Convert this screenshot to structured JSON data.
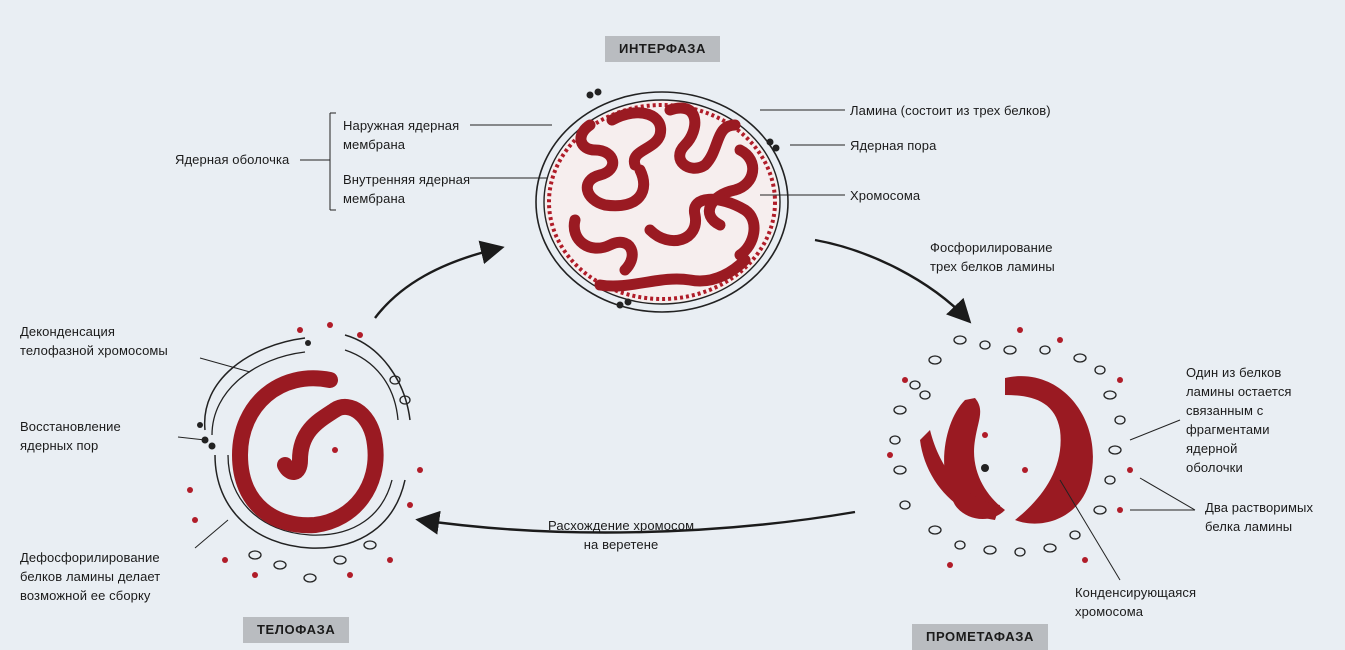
{
  "phases": {
    "interphase": "ИНТЕРФАЗА",
    "prometaphase": "ПРОМЕТАФАЗА",
    "telophase": "ТЕЛОФАЗА"
  },
  "labels": {
    "nuclear_envelope": "Ядерная оболочка",
    "outer_membrane": "Наружная ядерная\nмембрана",
    "inner_membrane": "Внутренняя ядерная\nмембрана",
    "lamina": "Ламина (состоит из трех белков)",
    "nuclear_pore": "Ядерная пора",
    "chromosome": "Хромосома",
    "phosphorylation": "Фосфорилирование\nтрех белков ламины",
    "one_lamin_protein": "Один из белков\nламины остается\nсвязанным с\nфрагментами\nядерной\nоболочки",
    "two_soluble": "Два растворимых\nбелка ламины",
    "condensing_chromosome": "Конденсирующаяся\nхромосома",
    "chromosome_separation": "Расхождение хромосом\nна веретене",
    "decondensation": "Деконденсация\nтелофазной хромосомы",
    "pore_restoration": "Восстановление\nядерных пор",
    "dephosphorylation": "Дефосфорилирование\nбелков ламины делает\nвозможной ее сборку"
  },
  "colors": {
    "chromosome": "#9a1a22",
    "lamina": "#b01c28",
    "membrane": "#222222",
    "background": "#e9eef3",
    "phase_box": "#b9bcc0"
  }
}
